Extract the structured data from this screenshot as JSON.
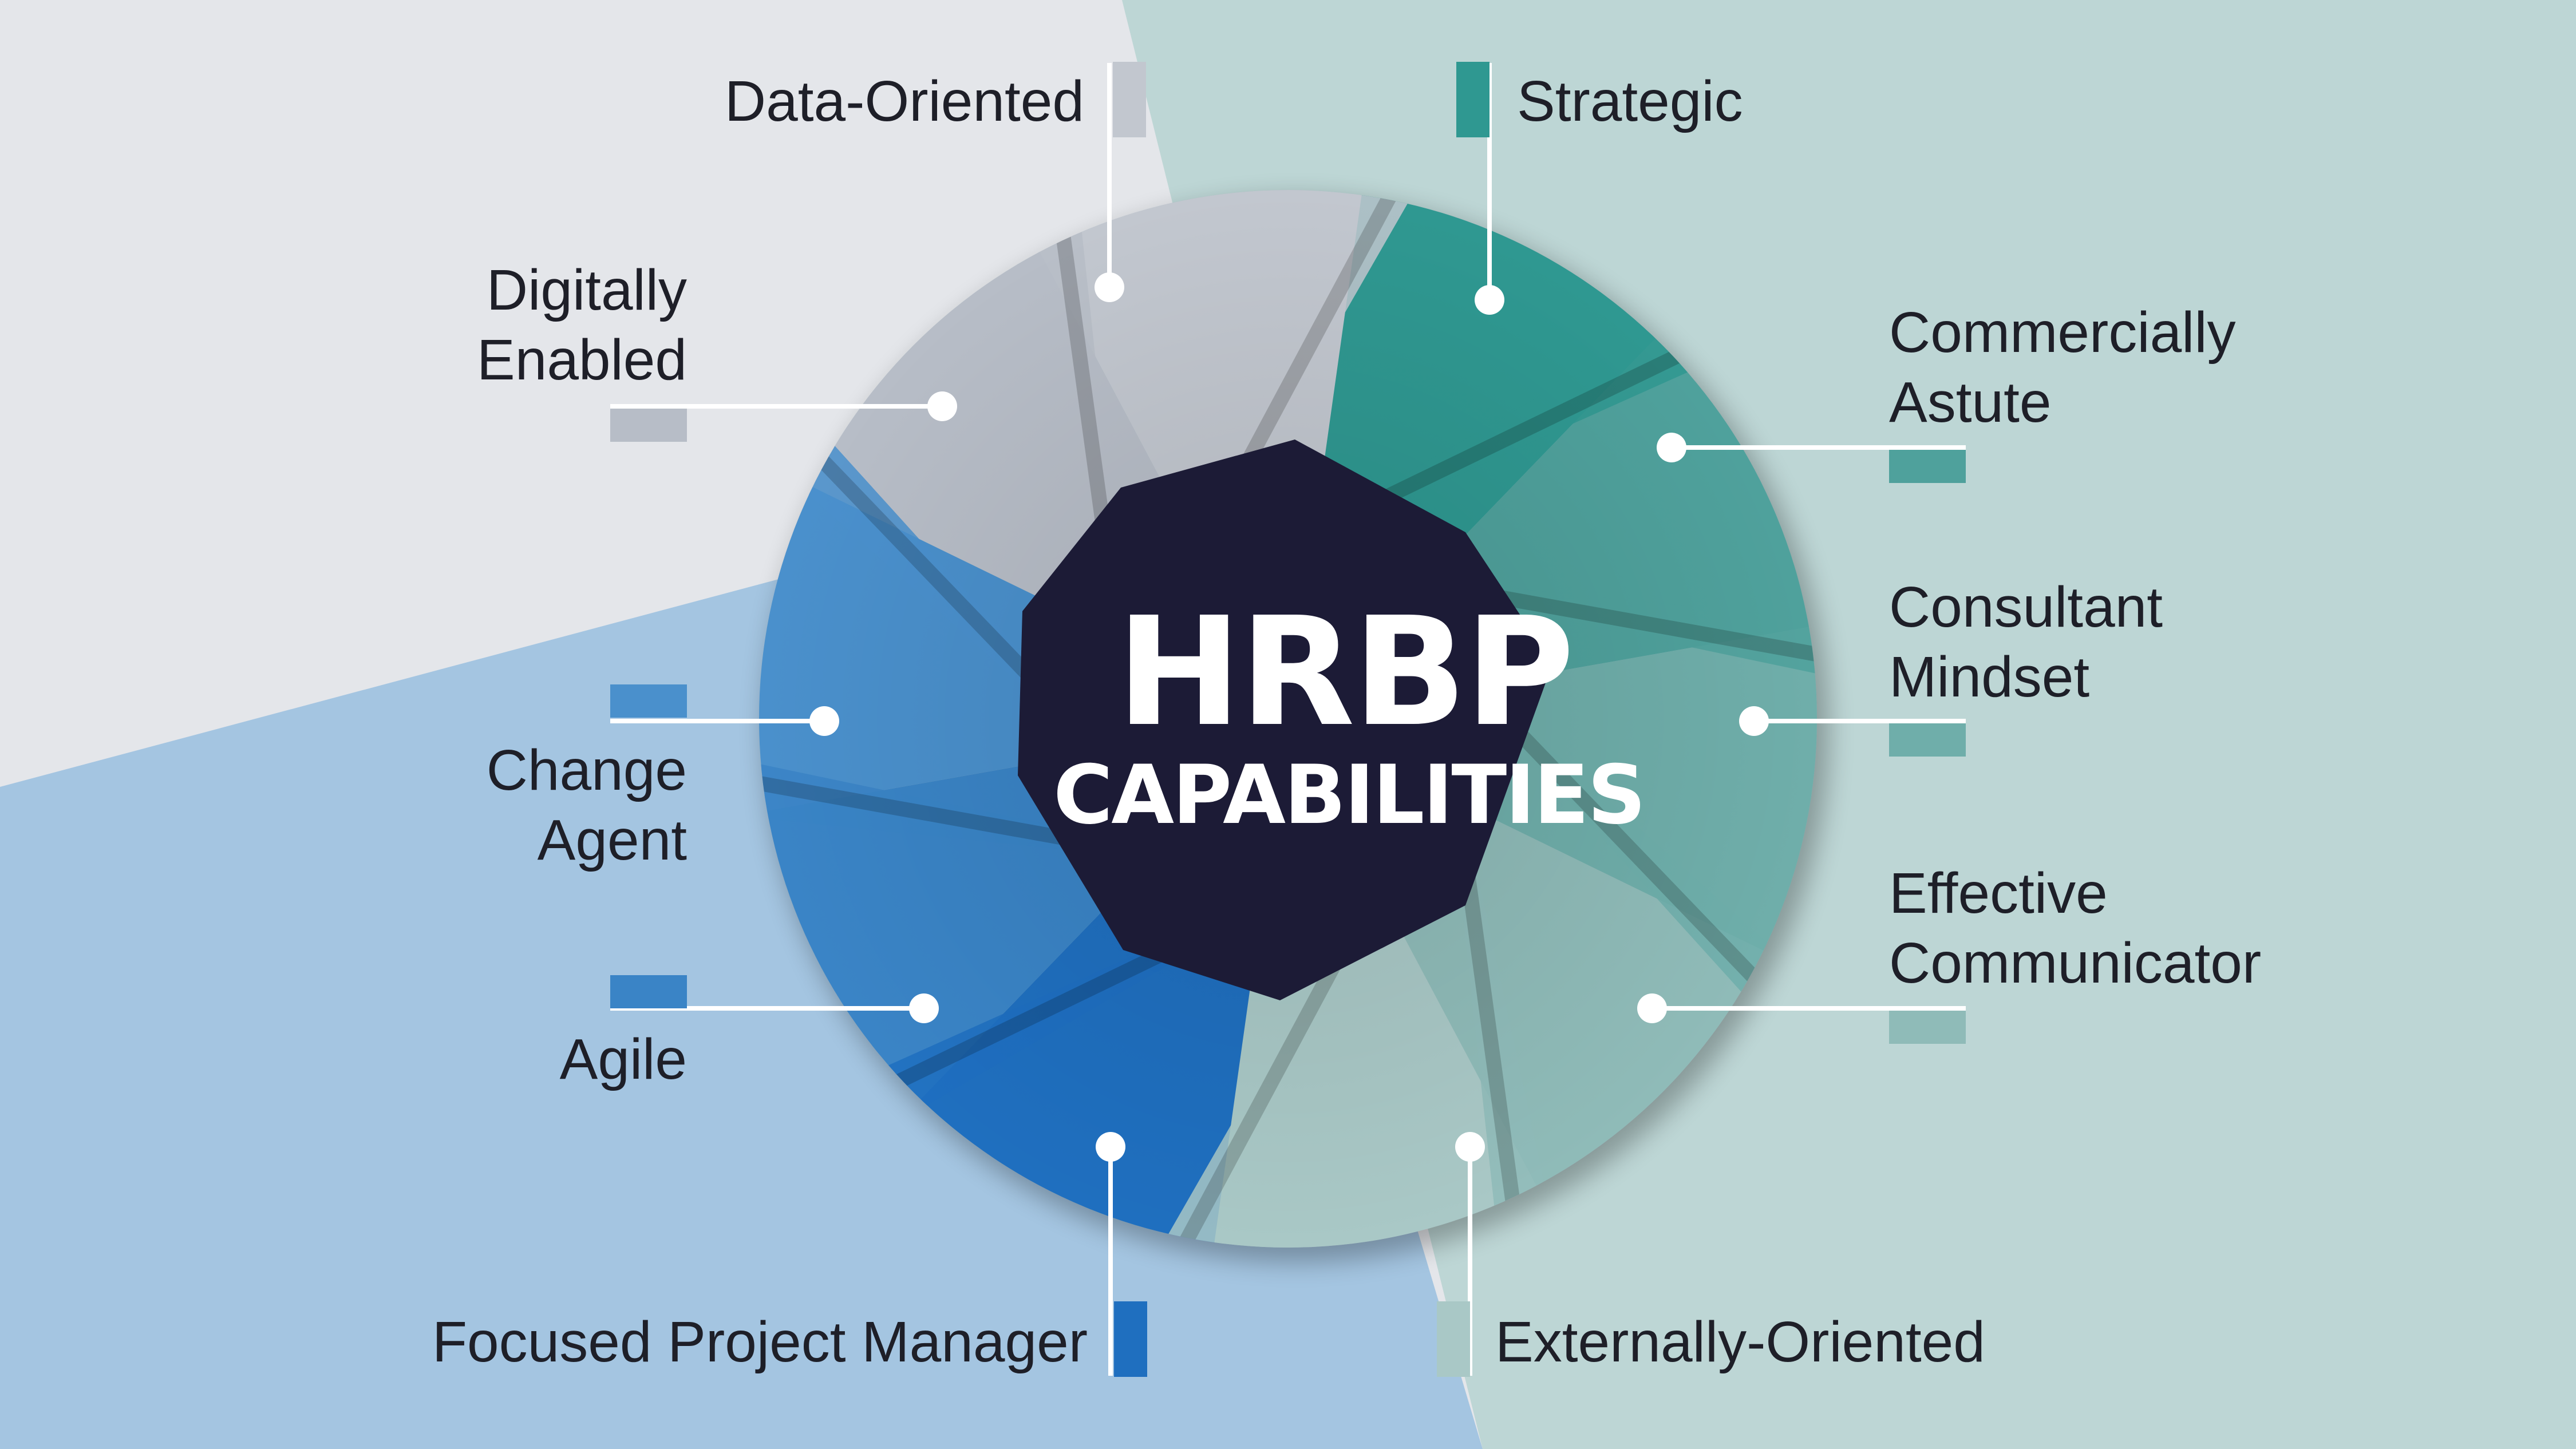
{
  "center": {
    "title": "HRBP",
    "subtitle": "CAPABILITIES"
  },
  "capabilities": [
    {
      "id": "data-oriented",
      "line1": "Data-Oriented",
      "line2": "",
      "color": "#c2c7cf"
    },
    {
      "id": "strategic",
      "line1": "Strategic",
      "line2": "",
      "color": "#2f9891"
    },
    {
      "id": "commercially-astute",
      "line1": "Commercially",
      "line2": "Astute",
      "color": "#4fa19c"
    },
    {
      "id": "consultant-mindset",
      "line1": "Consultant",
      "line2": "Mindset",
      "color": "#6faeaa"
    },
    {
      "id": "effective-communicator",
      "line1": "Effective",
      "line2": "Communicator",
      "color": "#8fbbb8"
    },
    {
      "id": "externally-oriented",
      "line1": "Externally-Oriented",
      "line2": "",
      "color": "#a9c8c6"
    },
    {
      "id": "focused-project-manager",
      "line1": "Focused Project Manager",
      "line2": "",
      "color": "#1f6fbf"
    },
    {
      "id": "agile",
      "line1": "Agile",
      "line2": "",
      "color": "#3a84c6"
    },
    {
      "id": "change-agent",
      "line1": "Change",
      "line2": "Agent",
      "color": "#4a90cc"
    },
    {
      "id": "digitally-enabled",
      "line1": "Digitally",
      "line2": "Enabled",
      "color": "#b7bdc7"
    }
  ],
  "colors": {
    "bg_grey": "#e4e6ea",
    "bg_teal": "#bdd6d5",
    "bg_blue": "#a4c5e1",
    "center_hex": "#1c1b36",
    "leader_line": "#ffffff"
  }
}
